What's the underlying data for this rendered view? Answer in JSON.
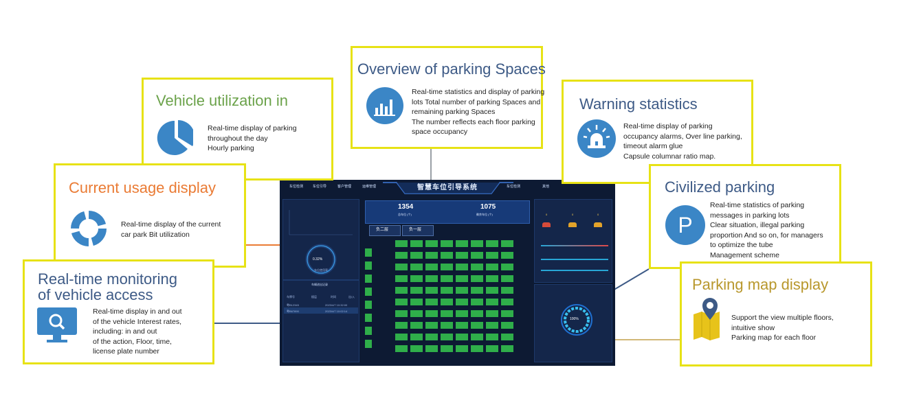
{
  "colors": {
    "border": "#e7e215",
    "green_title": "#6ba24a",
    "orange_title": "#ea7b34",
    "blue_title": "#3d5a86",
    "gold_title": "#b8972c",
    "icon_blue": "#3b86c6"
  },
  "callouts": {
    "overview": {
      "title": "Overview of parking Spaces",
      "icon": "bar-chart-icon",
      "lines": [
        "Real-time statistics and display of parking",
        "lots Total number of parking Spaces and",
        "remaining parking Spaces",
        "The number reflects each floor parking",
        "space occupancy"
      ]
    },
    "vehicle_utilization": {
      "title": "Vehicle utilization in",
      "icon": "pie-chart-icon",
      "lines": [
        "Real-time display of parking",
        "throughout the day",
        "Hourly parking"
      ]
    },
    "current_usage": {
      "title": "Current usage display",
      "icon": "ring-chart-icon",
      "lines": [
        "Real-time display of the current",
        "car park Bit utilization"
      ]
    },
    "realtime_monitoring": {
      "title_lines": [
        "Real-time monitoring",
        "of vehicle access"
      ],
      "icon": "monitor-search-icon",
      "lines": [
        "Real-time display in and out",
        "of the vehicle Interest rates,",
        "including: in and out",
        "of the action, Floor, time,",
        "license plate number"
      ]
    },
    "warning": {
      "title": "Warning statistics",
      "icon": "alarm-light-icon",
      "lines": [
        "Real-time display of parking",
        "occupancy alarms, Over line parking,",
        "timeout alarm glue",
        "Capsule columnar ratio map."
      ]
    },
    "civilized": {
      "title": "Civilized parking",
      "icon": "parking-sign-icon",
      "icon_letter": "P",
      "lines": [
        "Real-time statistics of parking",
        "messages in parking lots",
        "Clear situation, illegal parking",
        "proportion And so on, for managers",
        "to optimize the tube",
        "Management scheme"
      ]
    },
    "map": {
      "title": "Parking map display",
      "icon": "map-pin-icon",
      "lines": [
        "Support the view multiple floors,",
        "intuitive show",
        "Parking map for each floor"
      ]
    }
  },
  "dashboard": {
    "system_name": "智慧车位引导系统",
    "nav_left": [
      "车位检测",
      "车位引导",
      "客户管理",
      "运维管理"
    ],
    "nav_right": [
      "车位检测",
      "其他"
    ],
    "total_spaces": "1354",
    "total_label": "总车位 (个)",
    "remaining_spaces": "1075",
    "remaining_label": "剩余车位 (个)",
    "floor_tabs": [
      "负二层",
      "负一层"
    ],
    "usage_percent": "0.32%",
    "usage_label": "车位使用率",
    "access_title": "车辆进出记录",
    "access_headers": [
      "车牌号",
      "楼层",
      "时间",
      "出/入"
    ],
    "access_rows": [
      {
        "plate": "粤B12345",
        "time": "2023/4/7 10:32:00"
      },
      {
        "plate": "粤B67890",
        "time": "2023/4/7 10:02:14"
      }
    ],
    "warning_values": [
      "0",
      "0",
      "0"
    ],
    "map_percent": "100%"
  }
}
